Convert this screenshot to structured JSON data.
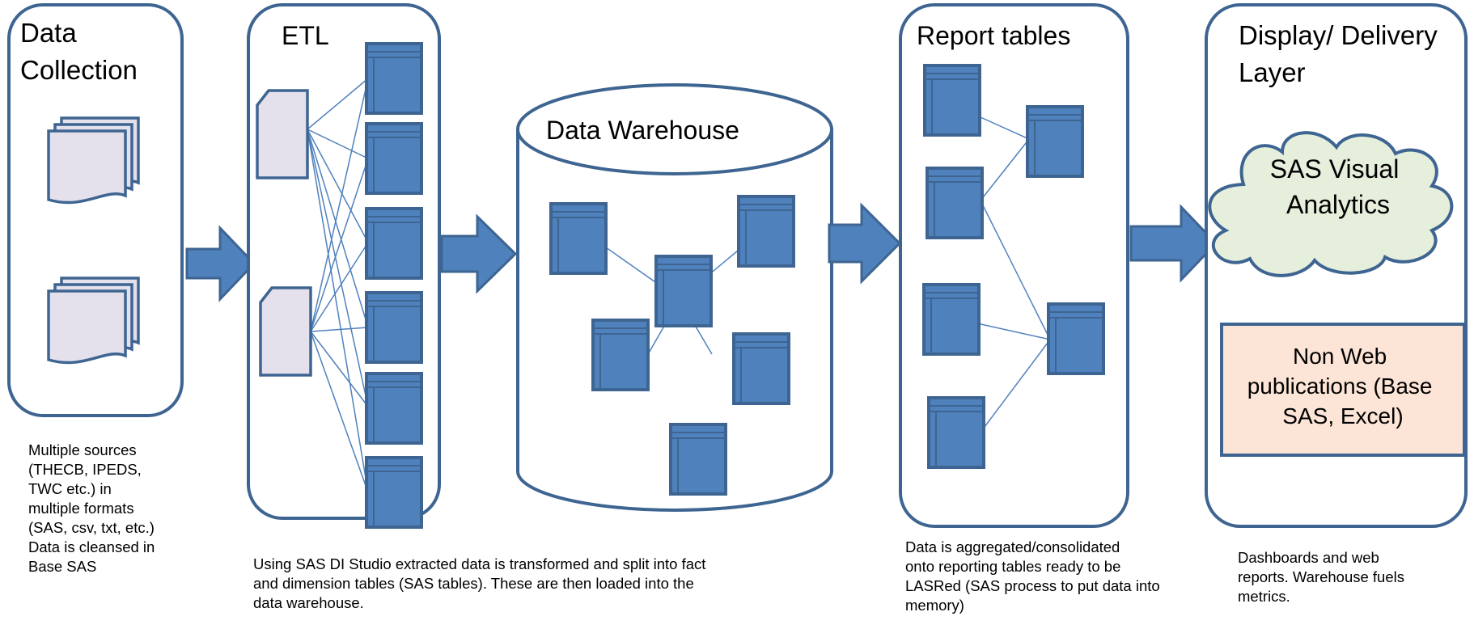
{
  "colors": {
    "outline": "#3E6591",
    "table_fill": "#4F81BD",
    "doc_fill": "#E4E0EC",
    "cloud_fill": "#E6EEDC",
    "nonweb_fill": "#FCE4D6",
    "arrow_fill": "#4F81BD"
  },
  "stages": {
    "data_collection": {
      "title": [
        "Data",
        "Collection"
      ]
    },
    "etl": {
      "title": "ETL"
    },
    "warehouse": {
      "title": "Data Warehouse"
    },
    "report_tables": {
      "title": "Report tables"
    },
    "display": {
      "title": [
        "Display/ Delivery",
        "Layer"
      ],
      "cloud": [
        "SAS Visual",
        "Analytics"
      ],
      "non_web": [
        "Non Web",
        "publications (Base",
        "SAS, Excel)"
      ]
    }
  },
  "captions": {
    "data_collection": [
      "Multiple sources",
      "(THECB, IPEDS,",
      "TWC etc.) in",
      "multiple formats",
      "(SAS, csv, txt, etc.)",
      "Data is cleansed in",
      "Base SAS"
    ],
    "etl": [
      "Using SAS DI Studio extracted data is transformed and split into fact",
      "and dimension tables (SAS tables). These are then loaded into the",
      "data warehouse."
    ],
    "report_tables": [
      "Data is aggregated/consolidated",
      "onto reporting tables ready to be",
      "LASRed (SAS process to put data into",
      "memory)"
    ],
    "display": [
      "Dashboards and web",
      "reports. Warehouse fuels",
      "metrics."
    ]
  }
}
